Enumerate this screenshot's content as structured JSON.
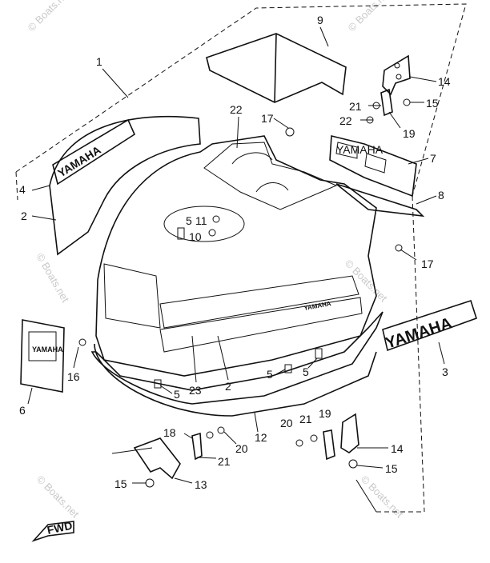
{
  "watermark": "© Boats.net",
  "decals": {
    "logo_text": "YAMAHA",
    "emblem_text": "YAMAHA",
    "panel_text": "YAMAHA"
  },
  "fwd_label": "FWD",
  "parts": {
    "p1": "1",
    "p2a": "2",
    "p2b": "2",
    "p3": "3",
    "p4": "4",
    "p5a": "5",
    "p5b": "5",
    "p5c": "5",
    "p5d": "5",
    "p6": "6",
    "p7": "7",
    "p8": "8",
    "p9": "9",
    "p10": "10",
    "p11": "11",
    "p12": "12",
    "p13": "13",
    "p14a": "14",
    "p14b": "14",
    "p15a": "15",
    "p15b": "15",
    "p15c": "15",
    "p16": "16",
    "p17a": "17",
    "p17b": "17",
    "p18": "18",
    "p19a": "19",
    "p19b": "19",
    "p20": "20",
    "p21a": "21",
    "p21b": "21",
    "p21c": "21",
    "p22a": "22",
    "p22b": "22",
    "p23": "23"
  }
}
